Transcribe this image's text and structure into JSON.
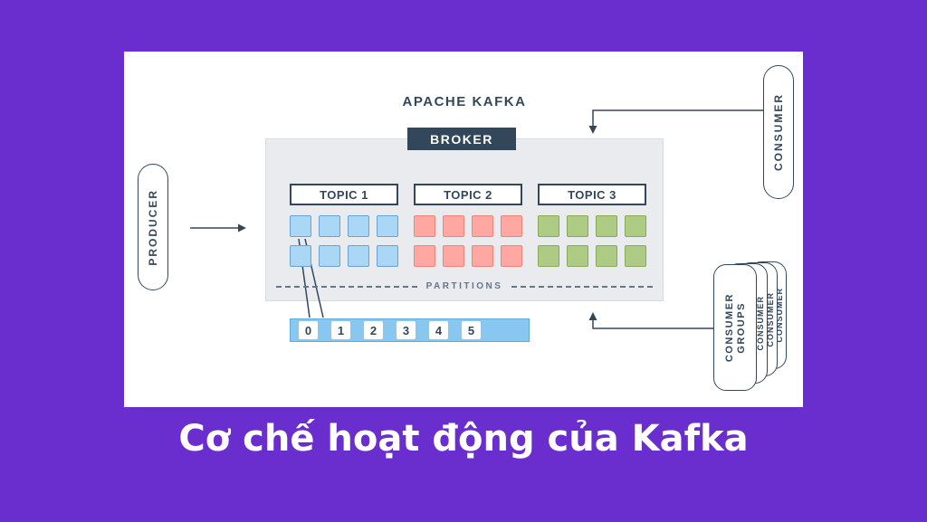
{
  "page": {
    "background_color": "#6A2ECF",
    "caption": "Cơ chế hoạt động của Kafka"
  },
  "diagram": {
    "title": "APACHE KAFKA",
    "broker": {
      "label": "BROKER",
      "color": "#33475B"
    },
    "producer": {
      "label": "PRODUCER"
    },
    "consumer": {
      "label": "CONSUMER"
    },
    "consumer_groups": {
      "front_label_line1": "CONSUMER",
      "front_label_line2": "GROUPS",
      "stacked_labels": [
        "CONSUMER",
        "CONSUMER",
        "CONSUMER"
      ]
    },
    "topics": [
      {
        "label": "TOPIC 1",
        "square_fill": "#ABD7F6",
        "square_border": "#66A3D2",
        "rows": 2,
        "cols": 4
      },
      {
        "label": "TOPIC 2",
        "square_fill": "#FFA8A1",
        "square_border": "#F08379",
        "rows": 2,
        "cols": 4
      },
      {
        "label": "TOPIC 3",
        "square_fill": "#AECB84",
        "square_border": "#87AA55",
        "rows": 2,
        "cols": 4
      }
    ],
    "partitions_label": "PARTITIONS",
    "offsets": [
      "0",
      "1",
      "2",
      "3",
      "4",
      "5"
    ]
  }
}
